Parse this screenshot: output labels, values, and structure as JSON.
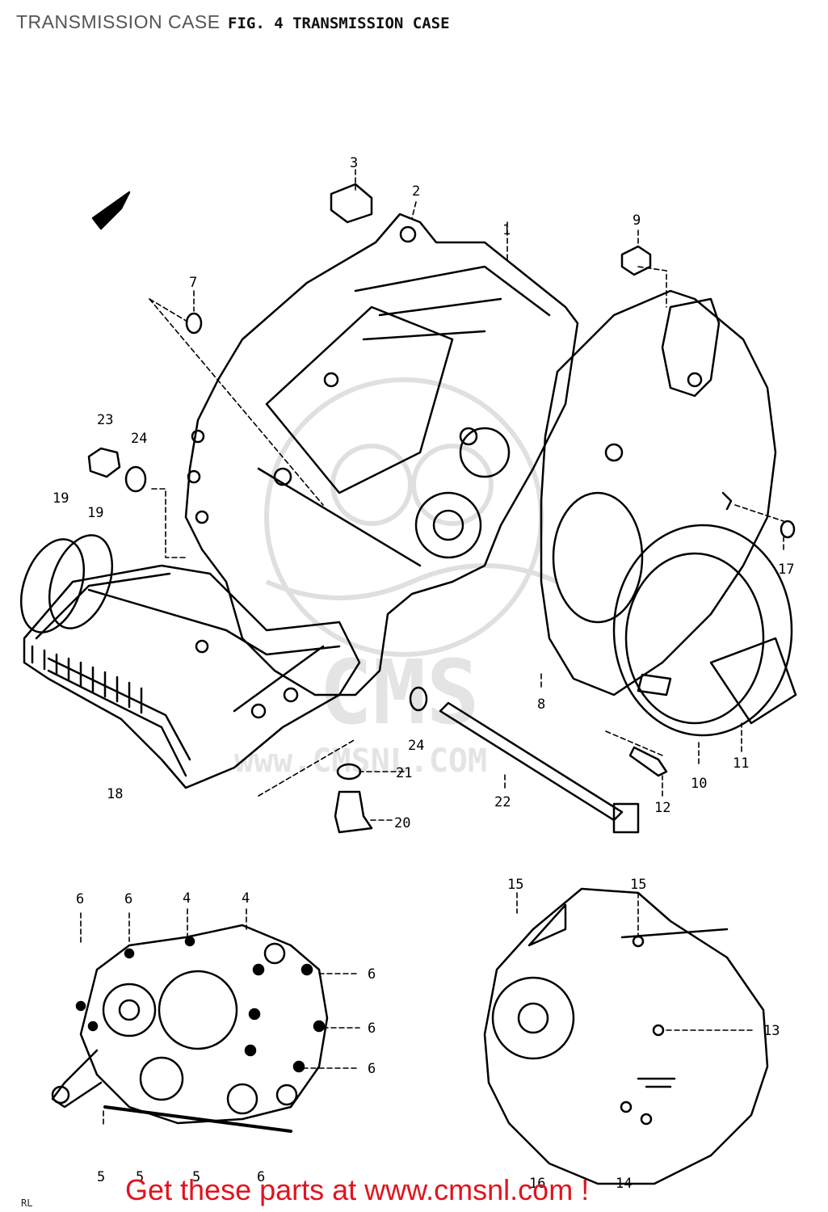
{
  "page_title": "TRANSMISSION CASE",
  "figure_title": "FIG. 4   TRANSMISSION CASE",
  "watermark": {
    "brand": "CMS",
    "url": "www.CMSNL.COM"
  },
  "call_to_action": "Get these parts at www.cmsnl.com !",
  "corner_note": "RL",
  "callouts": [
    {
      "id": "c3",
      "label": "3"
    },
    {
      "id": "c2",
      "label": "2"
    },
    {
      "id": "c1",
      "label": "1"
    },
    {
      "id": "c9",
      "label": "9"
    },
    {
      "id": "c7",
      "label": "7"
    },
    {
      "id": "c23",
      "label": "23"
    },
    {
      "id": "c24a",
      "label": "24"
    },
    {
      "id": "c19a",
      "label": "19"
    },
    {
      "id": "c19b",
      "label": "19"
    },
    {
      "id": "c17",
      "label": "17"
    },
    {
      "id": "c8",
      "label": "8"
    },
    {
      "id": "c24b",
      "label": "24"
    },
    {
      "id": "c18",
      "label": "18"
    },
    {
      "id": "c21",
      "label": "21"
    },
    {
      "id": "c20",
      "label": "20"
    },
    {
      "id": "c22",
      "label": "22"
    },
    {
      "id": "c12",
      "label": "12"
    },
    {
      "id": "c10",
      "label": "10"
    },
    {
      "id": "c11",
      "label": "11"
    },
    {
      "id": "c6a",
      "label": "6"
    },
    {
      "id": "c6b",
      "label": "6"
    },
    {
      "id": "c4a",
      "label": "4"
    },
    {
      "id": "c4b",
      "label": "4"
    },
    {
      "id": "c6c",
      "label": "6"
    },
    {
      "id": "c6d",
      "label": "6"
    },
    {
      "id": "c6e",
      "label": "6"
    },
    {
      "id": "c15a",
      "label": "15"
    },
    {
      "id": "c15b",
      "label": "15"
    },
    {
      "id": "c13",
      "label": "13"
    },
    {
      "id": "c5a",
      "label": "5"
    },
    {
      "id": "c5b",
      "label": "5"
    },
    {
      "id": "c5c",
      "label": "5"
    },
    {
      "id": "c6f",
      "label": "6"
    },
    {
      "id": "c16",
      "label": "16"
    },
    {
      "id": "c14",
      "label": "14"
    }
  ]
}
